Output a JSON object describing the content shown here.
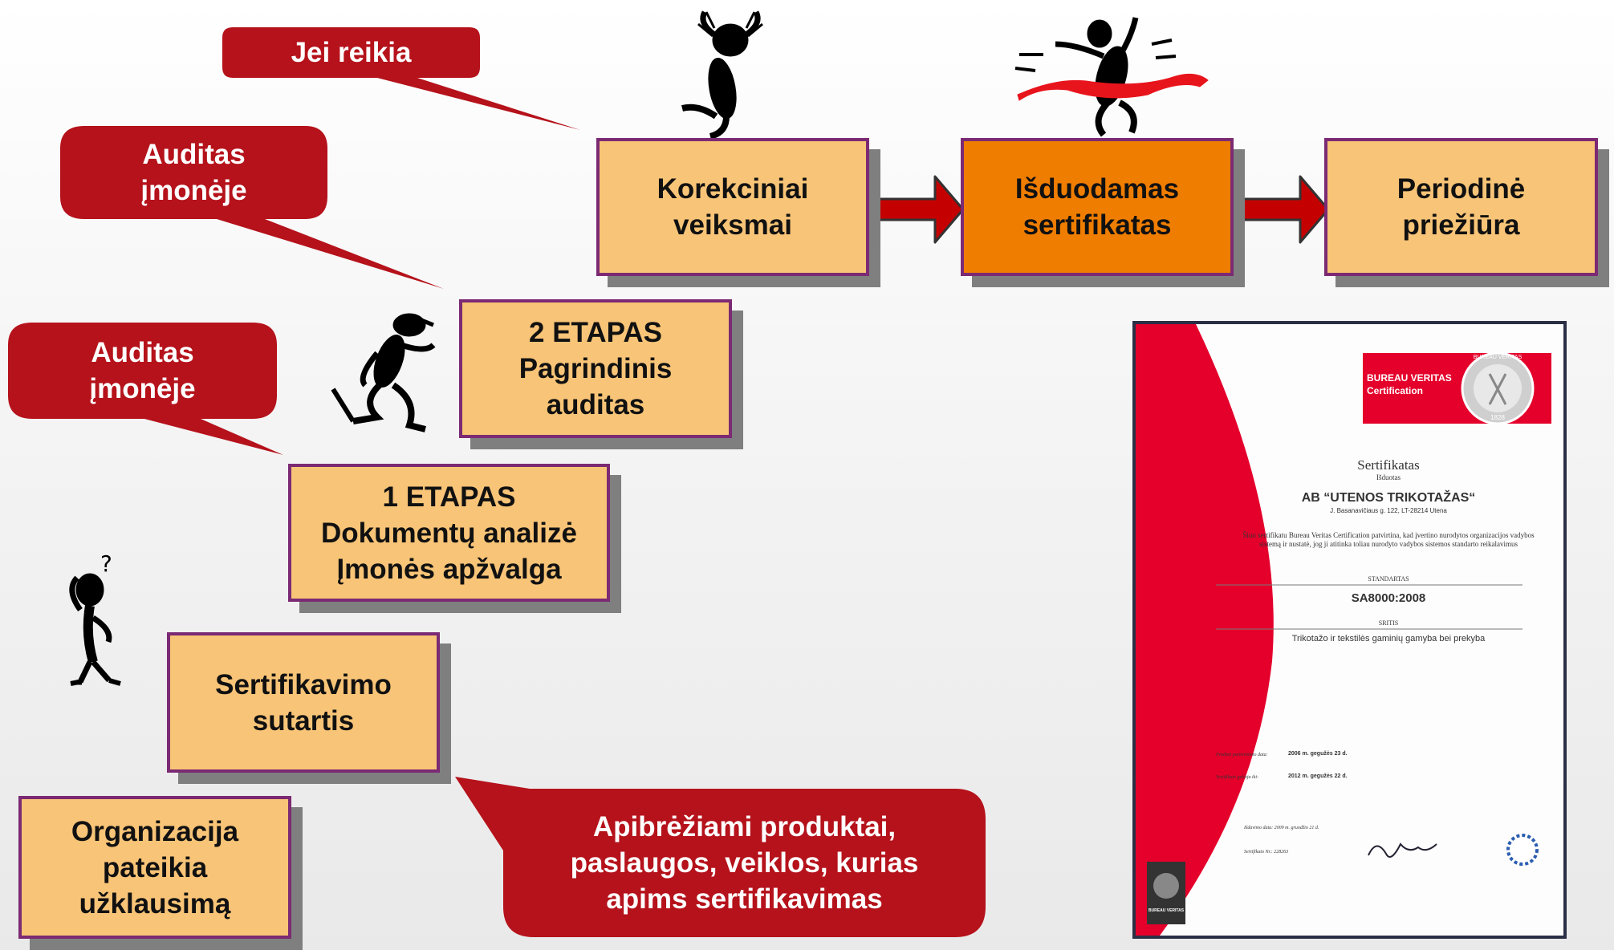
{
  "colors": {
    "box_fill": "#f8c477",
    "box_highlight": "#ef7d00",
    "box_border": "#7b2a73",
    "bubble": "#b5121b",
    "arrow": "#c40000",
    "certificate_red": "#e4002b"
  },
  "boxes": {
    "organizacija": "Organizacija\npateikia\nužklausimą",
    "sutartis": "Sertifikavimo\nsutartis",
    "etapas1": "1 ETAPAS\nDokumentų analizė\nĮmonės apžvalga",
    "etapas2": "2 ETAPAS\nPagrindinis\nauditas",
    "korekciniai": "Korekciniai\nveiksmai",
    "isduodamas": "Išduodamas\nsertifikatas",
    "periodine": "Periodinė\npriežiūra"
  },
  "bubbles": {
    "jei_reikia": "Jei reikia",
    "auditas_top": "Auditas\nįmonėje",
    "auditas_mid": "Auditas\nįmonėje",
    "apibreziami": "Apibrėžiami produktai,\npaslaugos, veiklos, kurias\napims sertifikavimas"
  },
  "certificate": {
    "brand_line1": "BUREAU VERITAS",
    "brand_line2": "Certification",
    "seal_top": "BUREAU VERITAS",
    "seal_year": "1828",
    "title": "Sertifikatas",
    "issued": "Išduotas",
    "company": "AB “UTENOS TRIKOTAŽAS“",
    "address": "J. Basanavičiaus g. 122, LT-28214 Utena",
    "statement": "Šiuo sertifikatu Bureau Veritas Certification patvirtina, kad įvertino nurodytos organizacijos vadybos sistemą ir nustatė, jog ji atitinka toliau nurodyto vadybos sistemos standarto reikalavimus",
    "standard_label": "STANDARTAS",
    "standard": "SA8000:2008",
    "scope_label": "SRITIS",
    "scope": "Trikotažo ir tekstilės gaminių gamyba bei prekyba",
    "date1_label": "Pradinė patvirtinimo data:",
    "date1": "2006 m. gegužės 23 d.",
    "date2_label": "Sertifikato galioja iki:",
    "date2": "2012 m. gegužės 22 d.",
    "issue_date": "Išdavimo data: 2009 m. gruodžio 21 d.",
    "cert_no": "Sertifikato Nr.: 228263",
    "footer_badge": "BUREAU VERITAS"
  },
  "icons": [
    "thinking-figure-icon",
    "running-figure-icon",
    "frustrated-figure-icon",
    "finish-line-figure-icon"
  ]
}
